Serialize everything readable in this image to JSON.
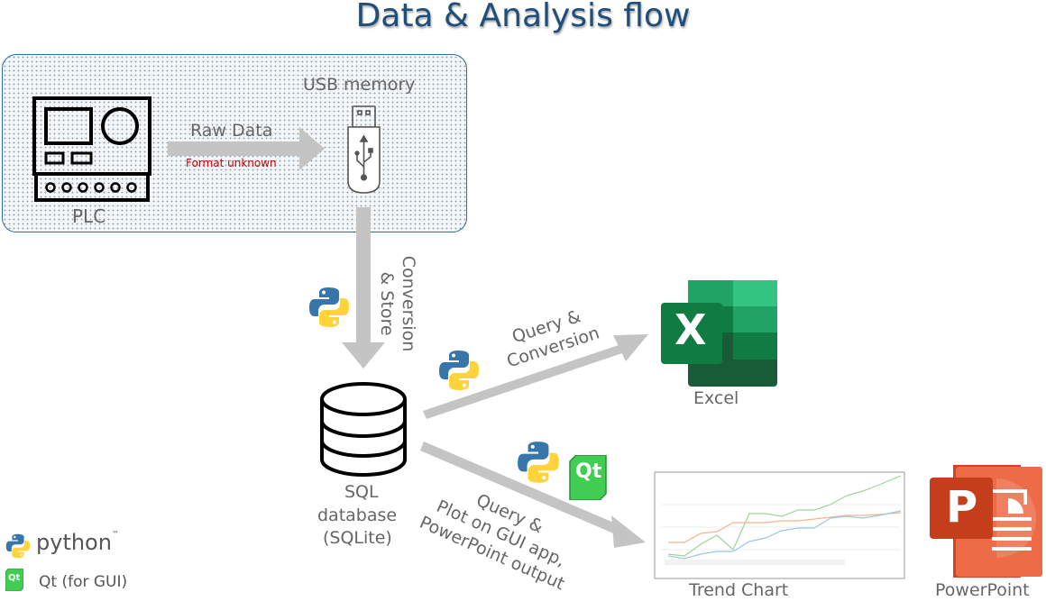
{
  "title": "Data & Analysis flow",
  "nodes": {
    "plc": "PLC",
    "usb": "USB memory",
    "sql": [
      "SQL",
      "database",
      "(SQLite)"
    ],
    "excel": "Excel",
    "trend": "Trend Chart",
    "powerpoint": "PowerPoint"
  },
  "edges": {
    "raw": "Raw Data",
    "raw_note": "Format unknown",
    "conversion": [
      "Conversion",
      "& Store"
    ],
    "query_excel": [
      "Query &",
      "Conversion"
    ],
    "query_plot": [
      "Query &",
      "Plot on GUI app,",
      "PowerPoint output"
    ]
  },
  "legend": {
    "python": "python",
    "python_tm": "™",
    "qt": "Qt (for GUI)"
  },
  "logos": {
    "excel_letter": "X",
    "powerpoint_letter": "P",
    "qt_letters": "Qt"
  },
  "colors": {
    "title": "#1f4e79",
    "arrow": "#c4c4c4",
    "note_red": "#cc0000",
    "excel_green": "#107c41",
    "ppt_orange": "#d24726",
    "qt_green": "#41cd52",
    "python_blue": "#3776ab",
    "python_yellow": "#ffd43b"
  },
  "icons": [
    "plc-device-icon",
    "usb-drive-icon",
    "database-icon",
    "python-logo-icon",
    "qt-logo-icon",
    "excel-logo-icon",
    "powerpoint-logo-icon",
    "trend-chart-thumbnail"
  ]
}
